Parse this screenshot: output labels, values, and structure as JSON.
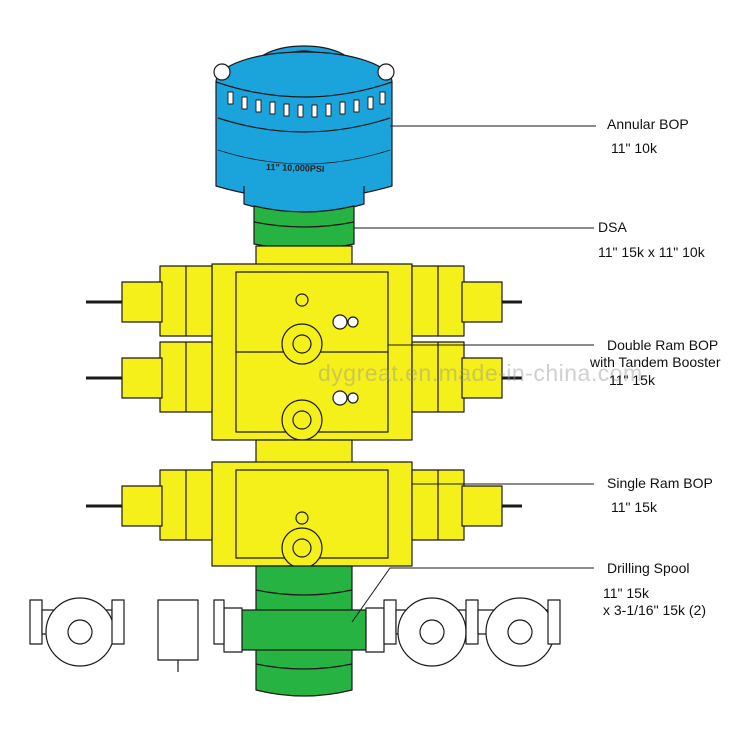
{
  "stamp": "11\" 10,000PSI",
  "watermark": "dygreat.en.made-in-china.com",
  "labels": {
    "annular": [
      "Annular BOP",
      "11\" 10k"
    ],
    "dsa": [
      "DSA",
      "11\" 15k x 11\" 10k"
    ],
    "double_ram": [
      "Double Ram BOP",
      "with Tandem Booster",
      "11\" 15k"
    ],
    "single_ram": [
      "Single Ram BOP",
      "11\" 15k"
    ],
    "spool": [
      "Drilling Spool",
      "11\" 15k",
      "x 3-1/16\" 15k (2)"
    ]
  },
  "colors": {
    "annular": "#1ba3dc",
    "dsa": "#27b341",
    "ram": "#f5f019",
    "outline": "#1a1a1a",
    "valve": "#ffffff"
  }
}
